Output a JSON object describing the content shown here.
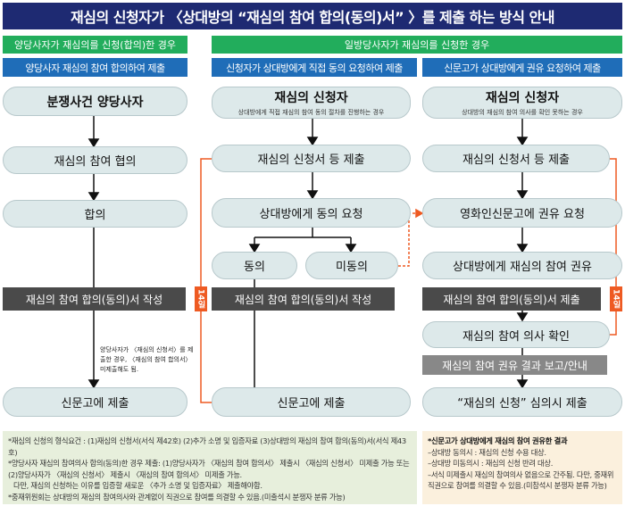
{
  "title": "재심의 신청자가 〈상대방의  “재심의 참여 합의(동의)서” 〉를 제출 하는 방식 안내",
  "headers": {
    "left": "양당사자가 재심의를 신청(합의)한 경우",
    "right": "일방당사자가 재심의를 신청한 경우"
  },
  "subheaders": [
    "양당사자 재심의 참여 합의하여 제출",
    "신청자가 상대방에게 직접 동의 요청하여 제출",
    "신문고가 상대방에게 권유 요청하여 제출"
  ],
  "col1": {
    "start": "분쟁사건 양당사자",
    "step1": "재심의 참여 협의",
    "step2": "합의",
    "bar": "재심의 참여 합의(동의)서 작성",
    "note": "양당사자가 〈재심의 신청서〉를 제출한 경우, 〈재심의 참여 합의서〉 미제출해도 됨.",
    "end": "신문고에 제출"
  },
  "col2": {
    "start": "재심의 신청자",
    "start_sub": "상대방에게 직접 재심의 참여 동의 절차를 진행하는 경우",
    "step1": "재심의 신청서 등 제출",
    "step2": "상대방에게 동의 요청",
    "agree": "동의",
    "disagree": "미동의",
    "bar": "재심의 참여 합의(동의)서 작성",
    "end": "신문고에 제출",
    "badge": "14일"
  },
  "col3": {
    "start": "재심의 신청자",
    "start_sub": "상대방의 재심의 참여 의사를 확인 못하는 경우",
    "step1": "재심의 신청서 등 제출",
    "step2": "영화인신문고에 권유 요청",
    "step3": "상대방에게 재심의 참여 권유",
    "bar": "재심의 참여 합의(동의)서 제출",
    "step4": "재심의 참여 의사 확인",
    "report": "재심의 참여 권유 결과 보고/안내",
    "end": "“재심의 신청”  심의시 제출",
    "badge": "14일"
  },
  "notes_left": [
    "*재심의 신청의 형식요건 : (1)재심의 신청서(서식 제42호) (2)추가 소명 및 입증자료 (3)상대방의 재심의 참여 합의(동의)서(서식 제43호)",
    "*양당사자 재심의 참여의사 합의(동의)한 경우 제출: (1)양당사자가 〈재심의 참여 합의서〉 제출시 〈재심의 신청서〉 미제출 가능 또는  (2)양당사자가 〈재심의 신청서〉 제출시 〈재심의 참여 합의서〉 미제출 가능.",
    "다만, 재심의 신청하는 이유를 입증할  새로운 〈추가 소명 및 입증자료〉 제출해야함.",
    "*중재위원회는 상대방의 재심의 참여의사와 관계없이 직권으로 참여를 의결할 수 있음.(미출석시 분쟁자 분류 가능)"
  ],
  "notes_right": {
    "title": "*신문고가 상대방에게 재심의 참여 권유한 결과",
    "items": [
      "–상대방 동의시 : 재심의 신청 수용 대상.",
      "–상대방 미동의시 : 재심의 신청 반려 대상.",
      "–서식 미제출시 재심의 참여의사 없음으로 간주됨. 다만, 중재위 직권으로 참여를 의결할 수 있음.(미참석시 분쟁자 분류 가능)"
    ]
  }
}
